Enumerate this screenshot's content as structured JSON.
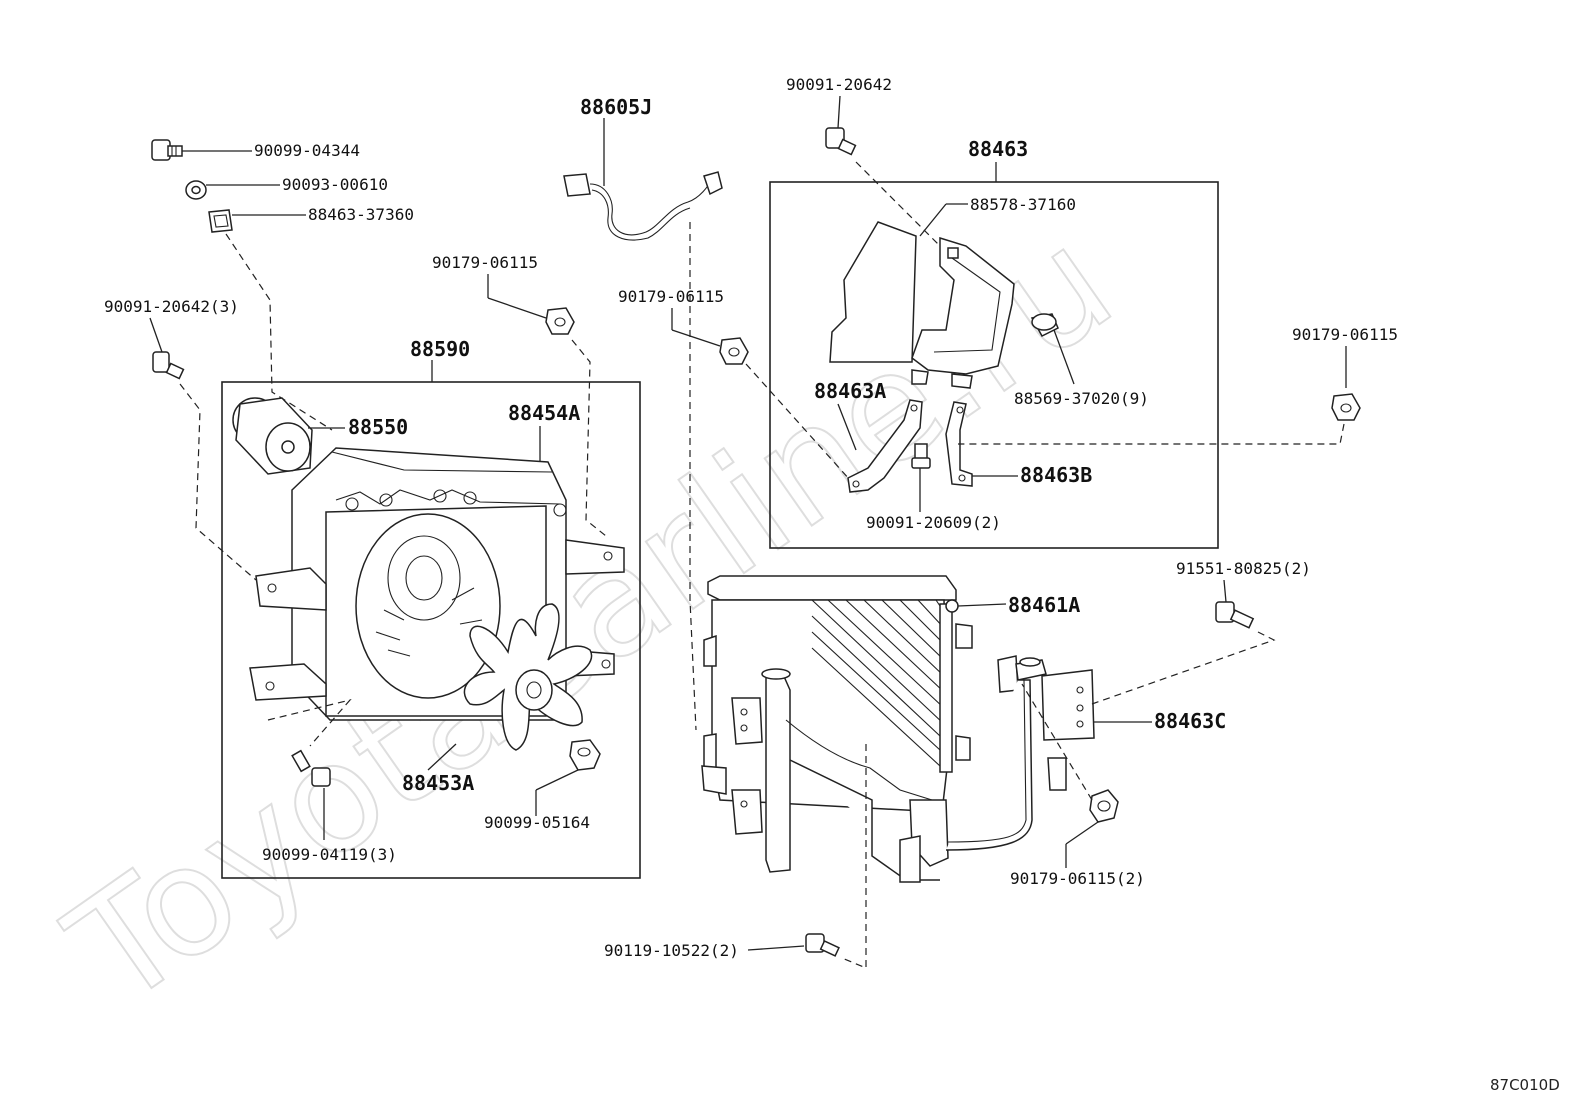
{
  "watermark": "ToyotaCarline.ru",
  "diagram_code": "87C010D",
  "groups": {
    "fan_shroud_assy": "88590",
    "condenser_bracket_set": "88463"
  },
  "labels": {
    "bolt_top_left": "90099-04344",
    "washer_top_left": "90093-00610",
    "cushion_top_left": "88463-37360",
    "bolt_left_3": "90091-20642(3)",
    "motor": "88550",
    "shroud": "88454A",
    "fan": "88453A",
    "nut_fan": "90099-05164",
    "bolt_bottom_3": "90099-04119(3)",
    "nut_mid_left": "90179-06115",
    "wire_harness": "88605J",
    "nut_mid": "90179-06115",
    "bolt_top_mid": "90091-20642",
    "bracket_upper": "88578-37160",
    "clip_9": "88569-37020(9)",
    "bracket_a": "88463A",
    "bracket_b": "88463B",
    "bolt_2_mid": "90091-20609(2)",
    "nut_right": "90179-06115",
    "bolt_2_right": "91551-80825(2)",
    "condenser": "88461A",
    "bracket_c": "88463C",
    "nut_2_right": "90179-06115(2)",
    "bolt_2_bottom": "90119-10522(2)"
  }
}
